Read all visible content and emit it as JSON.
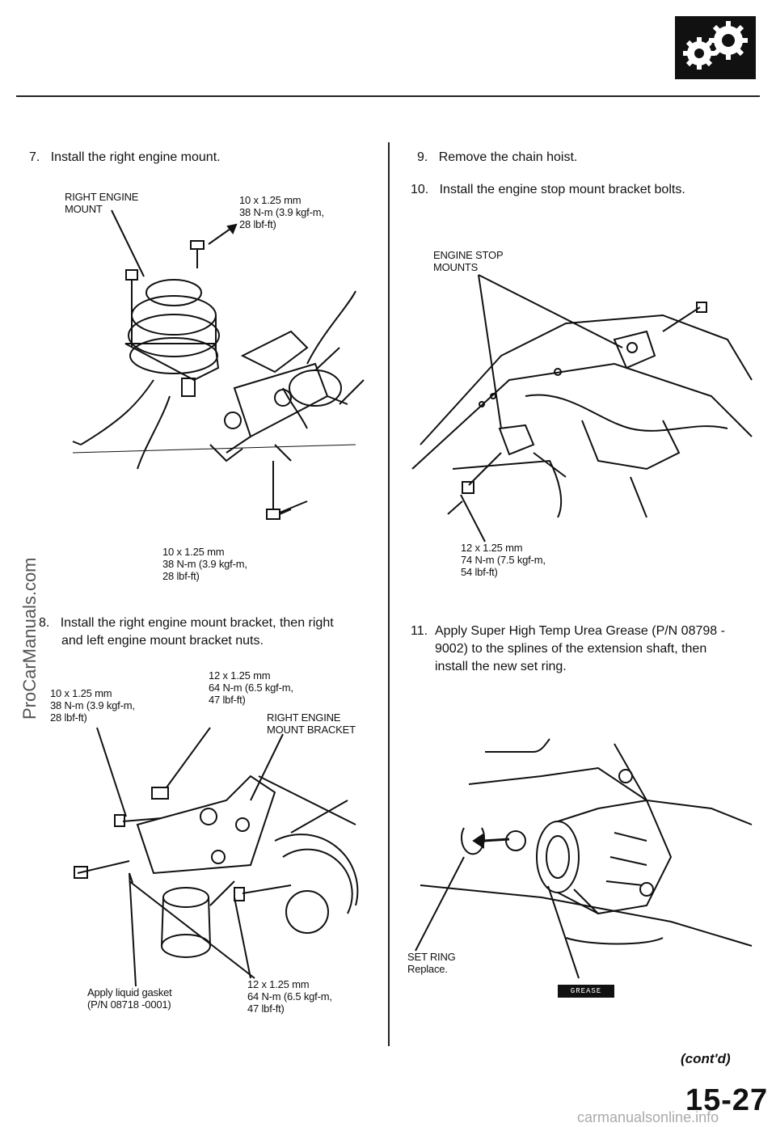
{
  "header": {
    "icon": "gears-icon"
  },
  "left": {
    "step7": {
      "number": "7.",
      "text": "Install the right engine mount."
    },
    "mount_label": [
      "RIGHT  ENGINE",
      "MOUNT"
    ],
    "torque_top": [
      "10 x  1.25 mm",
      "38 N-m  (3.9 kgf-m,",
      "28 lbf-ft)"
    ],
    "torque_bottom": [
      "10 x  1.25 mm",
      "38 N-m  (3.9 kgf-m,",
      "28 lbf-ft)"
    ],
    "step8": {
      "number": "8.",
      "text_line1": "Install  the  right  engine  mount  bracket,  then  right",
      "text_line2": "and left engine mount bracket nuts."
    },
    "torque_a": [
      "10 x  1.25 mm",
      "38 N-m  (3.9 kgf-m,",
      "28 lbf-ft)"
    ],
    "torque_b": [
      "12 x  1.25 mm",
      "64 N-m  (6.5 kgf-m,",
      "47 lbf-ft)"
    ],
    "bracket_label": [
      "RIGHT  ENGINE",
      "MOUNT  BRACKET"
    ],
    "gasket_label": [
      "Apply  liquid  gasket",
      "(P/N 08718 -0001)"
    ],
    "torque_c": [
      "12 x  1.25 mm",
      "64 N-m  (6.5 kgf-m,",
      "47 lbf-ft)"
    ]
  },
  "right": {
    "step9": {
      "number": "9.",
      "text": "Remove the chain hoist."
    },
    "step10": {
      "number": "10.",
      "text": "Install the engine stop mount bracket bolts."
    },
    "stop_label": [
      "ENGINE  STOP",
      "MOUNTS"
    ],
    "torque_stop": [
      "12 x  1.25 mm",
      "74 N-m  (7.5 kgf-m,",
      "54 lbf-ft)"
    ],
    "step11": {
      "number": "11.",
      "text_line1": "Apply Super High Temp Urea Grease (P/N 08798 -",
      "text_line2": "9002)  to  the  splines  of  the  extension  shaft,  then",
      "text_line3": "install the new set ring."
    },
    "setring_label": [
      "SET  RING",
      "Replace."
    ],
    "grease_tag": "GREASE"
  },
  "footer": {
    "contd": "(cont'd)",
    "page_number": "15-27",
    "watermark_side": "ProCarManuals.com",
    "watermark_bottom": "carmanualsonline.info"
  }
}
